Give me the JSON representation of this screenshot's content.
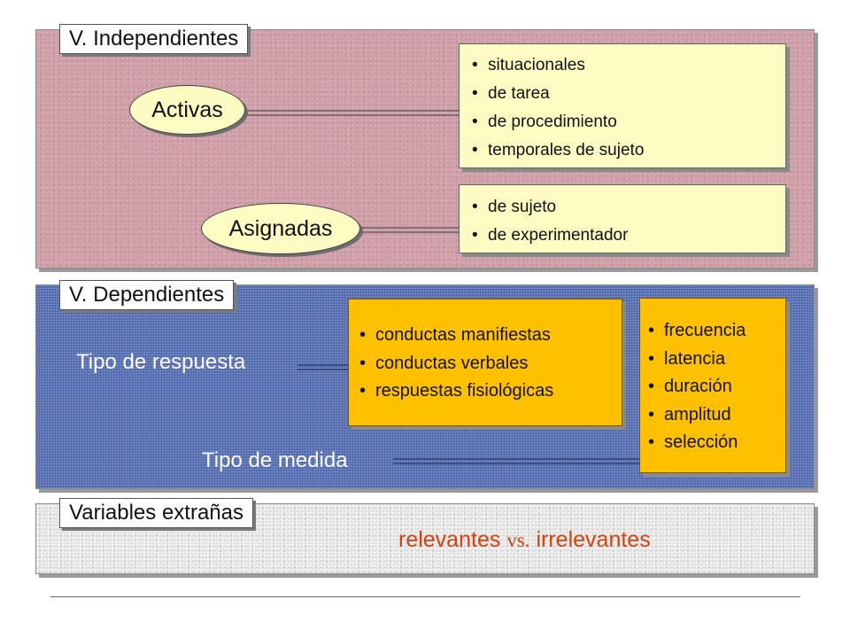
{
  "independientes": {
    "title": "V. Independientes",
    "activas": {
      "label": "Activas",
      "items": [
        "situacionales",
        "de tarea",
        "de procedimiento",
        "temporales de sujeto"
      ]
    },
    "asignadas": {
      "label": "Asignadas",
      "items": [
        "de sujeto",
        "de experimentador"
      ]
    }
  },
  "dependientes": {
    "title": "V. Dependientes",
    "tipo_respuesta": {
      "label": "Tipo de respuesta",
      "items": [
        "conductas manifiestas",
        "conductas verbales",
        "respuestas fisiológicas"
      ]
    },
    "tipo_medida": {
      "label": "Tipo de medida",
      "items": [
        "frecuencia",
        "latencia",
        "duración",
        "amplitud",
        "selección"
      ]
    }
  },
  "extranas": {
    "title": "Variables extrañas",
    "relevantes": "relevantes",
    "vs": "vs.",
    "irrelevantes": "irrelevantes"
  },
  "colors": {
    "independientes_bg": "#cf9fa8",
    "dependientes_bg": "#5b75b8",
    "extranas_bg": "#e4e4e4",
    "note_yellow": "#fefcc2",
    "note_orange": "#ffc000",
    "accent_red": "#d8400b"
  }
}
